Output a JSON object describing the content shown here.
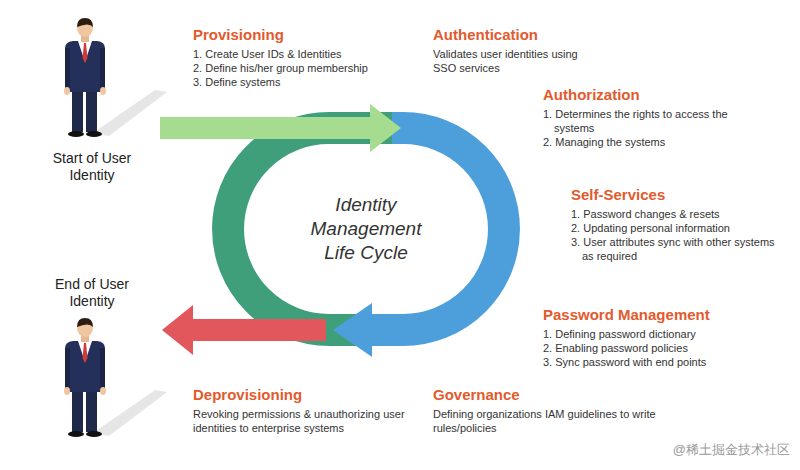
{
  "diagram": {
    "title": "Identity Management Life Cycle",
    "labels": [
      "Start of User Identity",
      "End of User Identity",
      "Provisioning",
      "1. Create User IDs & Identities",
      "2. Define his/her group membership",
      "3. Define systems",
      "Authentication",
      "Validates user identities using SSO services",
      "Authorization",
      "1. Determines the rights to access the systems",
      "2. Managing the systems",
      "Self-Services",
      "1. Password changes & resets",
      "2. Updating personal information",
      "3. User attributes sync with other systems as required",
      "Password Management",
      "1. Defining password dictionary",
      "2. Enabling password policies",
      "3. Sync password with end points",
      "Deprovisioning",
      "Revoking permissions & unauthorizing user identities to enterprise systems",
      "Governance",
      "Defining organizations IAM guidelines to write rules/policies",
      "@稀土掘金技术社区"
    ]
  }
}
